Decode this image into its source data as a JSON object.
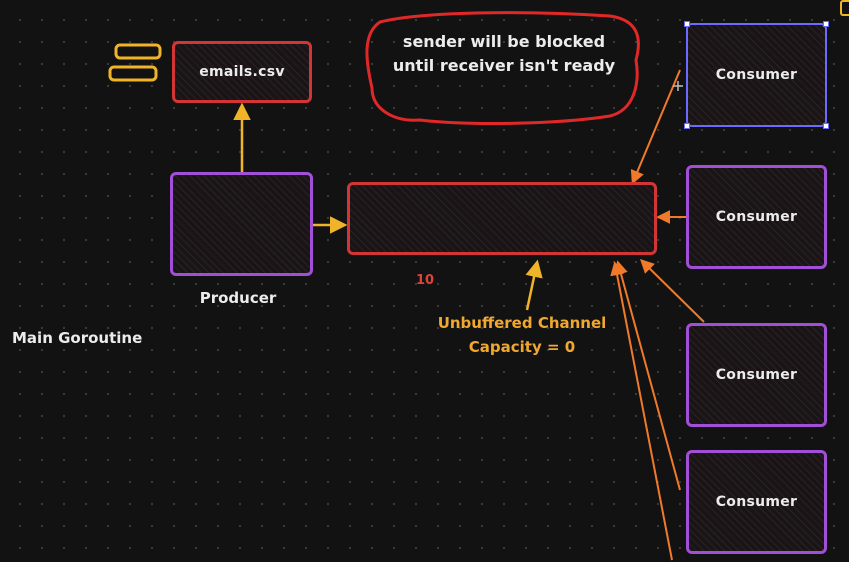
{
  "nodes": {
    "emails": "emails.csv",
    "producer": "Producer",
    "channel": "",
    "consumer1": "Consumer",
    "consumer2": "Consumer",
    "consumer3": "Consumer",
    "consumer4": "Consumer"
  },
  "labels": {
    "main_goroutine": "Main Goroutine",
    "channel_count": "10",
    "channel_title": "Unbuffered Channel",
    "channel_capacity": "Capacity = 0",
    "note_line1": "sender will be blocked",
    "note_line2": "until receiver isn't ready"
  },
  "colors": {
    "background": "#121212",
    "node_border": "#a14fd6",
    "channel_border": "#d23535",
    "arrow_yellow": "#f0b429",
    "arrow_orange": "#f07a2a",
    "selection": "#6b6bff"
  }
}
